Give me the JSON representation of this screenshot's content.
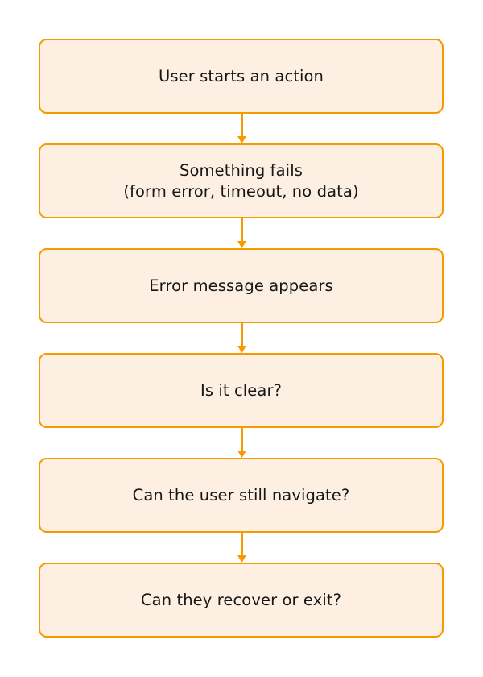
{
  "diagram": {
    "type": "flowchart",
    "orientation": "top-to-bottom",
    "background_color": "#ffffff",
    "node_fill_color": "#fdf0e2",
    "node_border_color": "#f59b00",
    "connector_color": "#f59b00",
    "text_color": "#161616",
    "nodes": [
      {
        "id": "n1",
        "label": "User starts an action"
      },
      {
        "id": "n2",
        "label": "Something fails\n(form error, timeout, no data)"
      },
      {
        "id": "n3",
        "label": "Error message appears"
      },
      {
        "id": "n4",
        "label": "Is it clear?"
      },
      {
        "id": "n5",
        "label": "Can the user still navigate?"
      },
      {
        "id": "n6",
        "label": "Can they recover or exit?"
      }
    ],
    "edges": [
      {
        "id": "e1",
        "from": "n1",
        "to": "n2",
        "label": ""
      },
      {
        "id": "e2",
        "from": "n2",
        "to": "n3",
        "label": ""
      },
      {
        "id": "e3",
        "from": "n3",
        "to": "n4",
        "label": ""
      },
      {
        "id": "e4",
        "from": "n4",
        "to": "n5",
        "label": ""
      },
      {
        "id": "e5",
        "from": "n5",
        "to": "n6",
        "label": ""
      }
    ]
  }
}
